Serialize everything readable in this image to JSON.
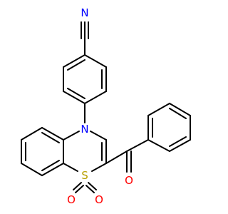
{
  "molecule": {
    "atoms": {
      "nitrile_n": {
        "symbol": "N",
        "color": "#0000ff"
      },
      "ring_n": {
        "symbol": "N",
        "color": "#0000ff"
      },
      "sulfur": {
        "symbol": "S",
        "color": "#b8a000"
      },
      "sulfonyl_o1": {
        "symbol": "O",
        "color": "#ff0000"
      },
      "sulfonyl_o2": {
        "symbol": "O",
        "color": "#ff0000"
      },
      "ketone_o": {
        "symbol": "O",
        "color": "#ff0000"
      }
    },
    "bond_color": "#000000",
    "background": "#ffffff"
  }
}
